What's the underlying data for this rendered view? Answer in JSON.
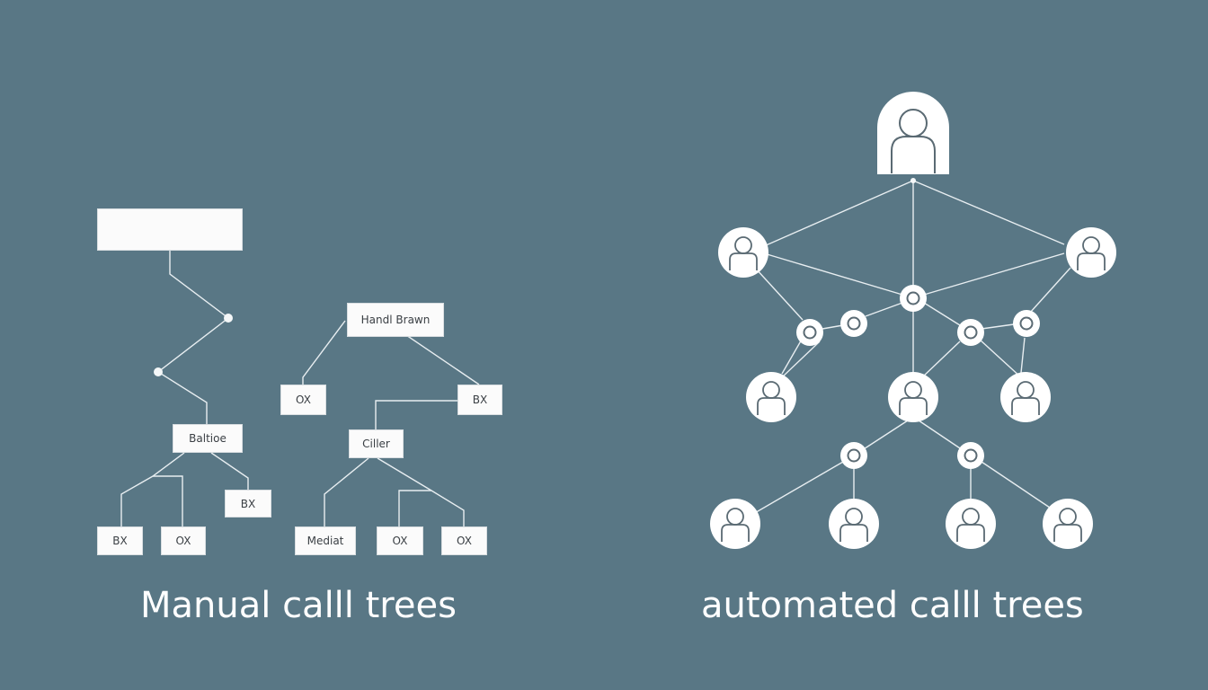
{
  "manual": {
    "caption": "Manual calll trees",
    "boxes": {
      "top": "",
      "hand": "Handl Brawn",
      "baltioe": "Baltioe",
      "ok_a": "OX",
      "bx_a": "BX",
      "caller": "Ciller",
      "bx_b": "BX",
      "bx_c": "BX",
      "ok_b": "OX",
      "mediat": "Mediat",
      "ok_c": "OX",
      "ok_d": "OX"
    }
  },
  "automated": {
    "caption": "automated calll trees",
    "icons": {
      "person": "person-icon",
      "relay": "relay-node-icon"
    }
  },
  "colors": {
    "background": "#597785",
    "line": "#e8eef1",
    "node_fill": "#ffffff",
    "node_ink": "#5a6a73"
  }
}
